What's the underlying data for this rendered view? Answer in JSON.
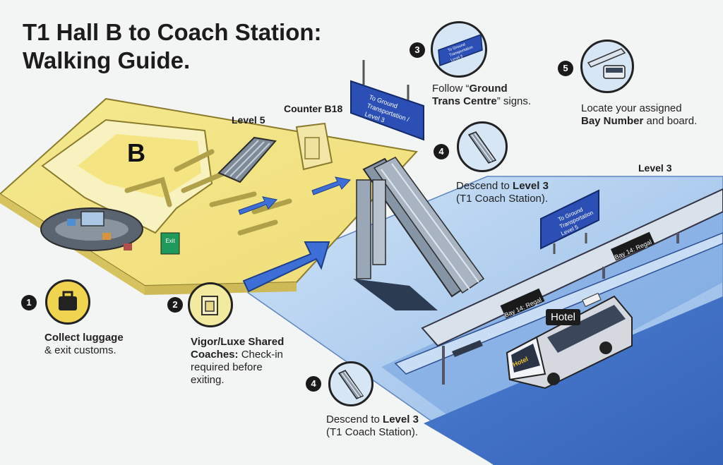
{
  "title_line1": "T1 Hall B to Coach Station:",
  "title_line2": "Walking Guide.",
  "labels": {
    "level5": "Level 5",
    "counter": "Counter B18",
    "hall": "B",
    "level3": "Level 3",
    "hotel": "Hotel",
    "bay_sign_1": "Bay 14: Regal",
    "bay_sign_2": "Bay 14: Regal",
    "bus_side": "Hotel",
    "exit_sign": "Exit"
  },
  "overhead_sign_lines": [
    "To Ground",
    "Transportation /",
    "Level 3"
  ],
  "lower_sign_lines": [
    "To Ground",
    "Transportation",
    "Level 5"
  ],
  "icon_sign_lines": [
    "To Ground",
    "Transportation",
    "Level 3"
  ],
  "steps": [
    {
      "num": "1",
      "icon": "luggage-icon",
      "lines": [
        [
          {
            "t": "Collect luggage",
            "b": true
          }
        ],
        [
          {
            "t": "& exit customs.",
            "b": false
          }
        ]
      ]
    },
    {
      "num": "2",
      "icon": "checkin-counter-icon",
      "lines": [
        [
          {
            "t": "Vigor/Luxe Shared",
            "b": true
          }
        ],
        [
          {
            "t": "Coaches:",
            "b": true
          },
          {
            "t": " Check-in",
            "b": false
          }
        ],
        [
          {
            "t": "required before",
            "b": false
          }
        ],
        [
          {
            "t": "exiting.",
            "b": false
          }
        ]
      ]
    },
    {
      "num": "3",
      "icon": "ground-transport-sign-icon",
      "lines": [
        [
          {
            "t": "Follow “",
            "b": false
          },
          {
            "t": "Ground",
            "b": true
          }
        ],
        [
          {
            "t": "Trans Centre",
            "b": true
          },
          {
            "t": "” signs.",
            "b": false
          }
        ]
      ]
    },
    {
      "num": "4",
      "icon": "escalator-icon",
      "lines": [
        [
          {
            "t": "Descend to ",
            "b": false
          },
          {
            "t": "Level 3",
            "b": true
          }
        ],
        [
          {
            "t": "(T1 Coach Station).",
            "b": false
          }
        ]
      ]
    },
    {
      "num": "5",
      "icon": "bus-bay-icon",
      "lines": [
        [
          {
            "t": "Locate your assigned",
            "b": false
          }
        ],
        [
          {
            "t": "Bay Number",
            "b": true
          },
          {
            "t": " and board.",
            "b": false
          }
        ]
      ]
    },
    {
      "num": "4",
      "icon": "escalator-icon",
      "lines": [
        [
          {
            "t": "Descend to ",
            "b": false
          },
          {
            "t": "Level 3",
            "b": true
          }
        ],
        [
          {
            "t": "(T1 Coach Station).",
            "b": false
          }
        ]
      ]
    }
  ],
  "colors": {
    "floor_yellow": "#f2e58a",
    "floor_blue": "#9fc4ec",
    "arrow_blue": "#3d6fd6",
    "sign_blue": "#2b4fb5",
    "badge": "#1a1a1a"
  }
}
